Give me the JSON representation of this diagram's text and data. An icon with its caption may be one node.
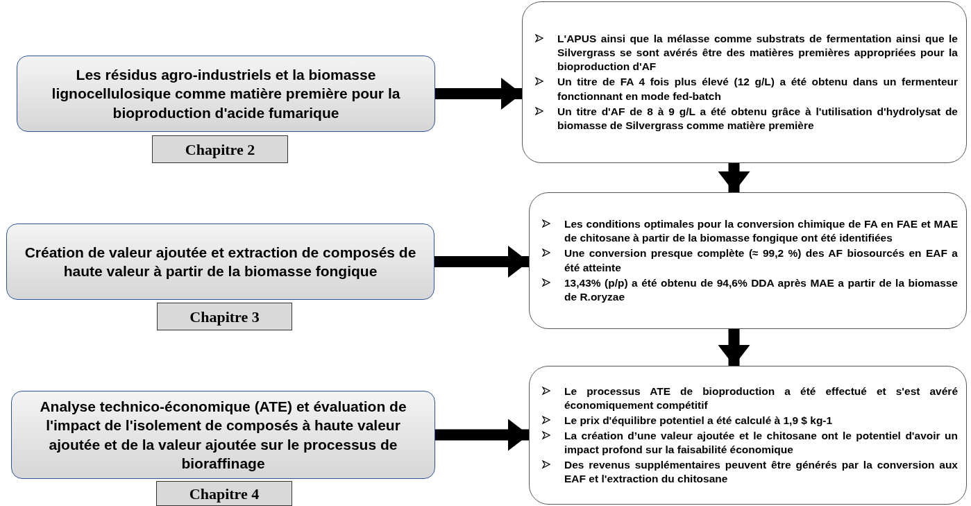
{
  "diagram": {
    "nodes": [
      {
        "text": [
          "Les résidus agro-industriels et la biomasse lignocellulosique comme matière première pour la bioproduction d'acide fumarique"
        ]
      },
      {
        "text": [
          "Chapitre 2"
        ]
      },
      {
        "text": [
          "L'APUS ainsi que la mélasse comme substrats de fermentation ainsi que le Silvergrass se sont avérés être des matières premières appropriées pour la bioproduction d'AF",
          "Un titre de FA 4 fois plus élevé (12 g/L) a été obtenu dans un fermenteur fonctionnant en mode fed-batch",
          "Un titre d'AF de 8 à 9 g/L a été obtenu grâce à l'utilisation d'hydrolysat de biomasse de Silvergrass comme matière première"
        ]
      },
      {
        "text": [
          "Création de valeur ajoutée et extraction de composés de haute valeur à partir de la biomasse fongique"
        ]
      },
      {
        "text": [
          "Chapitre 3"
        ]
      },
      {
        "text": [
          "Les conditions optimales pour la conversion chimique de FA en FAE et MAE de chitosane à partir de la biomasse fongique ont été identifiées",
          "Une conversion presque complète (≈ 99,2 %) des AF biosourcés en EAF a été atteinte",
          "13,43% (p/p) a été obtenu de 94,6% DDA après MAE a partir de la biomasse de R.oryzae"
        ]
      },
      {
        "text": [
          "Analyse technico-économique (ATE) et évaluation de l'impact de l'isolement de composés à haute valeur ajoutée et de la valeur ajoutée sur le processus de bioraffinage"
        ]
      },
      {
        "text": [
          "Chapitre 4"
        ]
      },
      {
        "text": [
          "Le processus ATE de bioproduction a été effectué et s'est avéré économiquement compétitif",
          "Le prix d'équilibre potentiel a été calculé à 1,9 $ kg-1",
          "La création d’une valeur ajoutée et le chitosane ont le potentiel d'avoir un impact profond sur la faisabilité économique",
          "Des revenus supplémentaires peuvent être générés par la conversion aux EAF et l'extraction du chitosane"
        ]
      }
    ],
    "edges": [
      {
        "from": 0,
        "to": 2,
        "arrow": "to"
      },
      {
        "from": 2,
        "to": 5,
        "arrow": "to"
      },
      {
        "from": 3,
        "to": 5,
        "arrow": "to"
      },
      {
        "from": 5,
        "to": 8,
        "arrow": "to"
      },
      {
        "from": 6,
        "to": 8,
        "arrow": "to"
      }
    ]
  }
}
